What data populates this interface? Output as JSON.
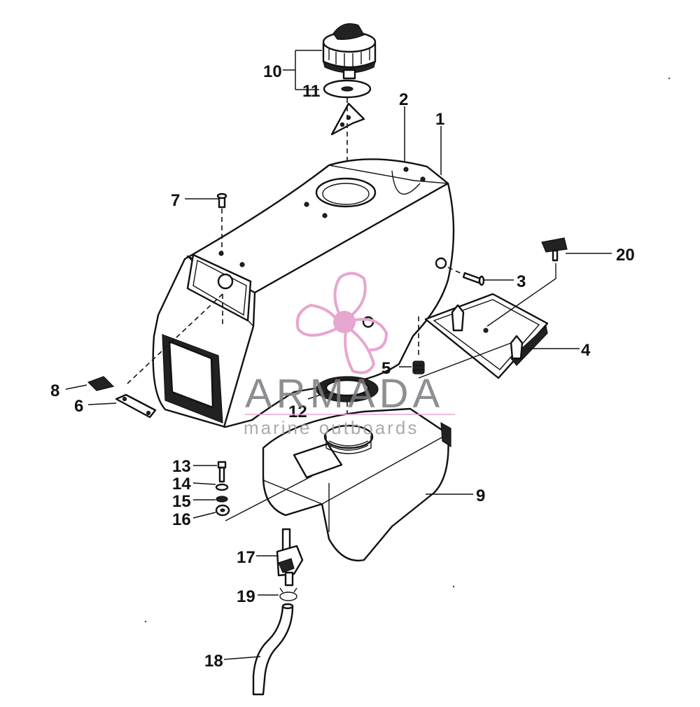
{
  "watermark": {
    "brand": "ARMADA",
    "tagline": "marine outboards",
    "accent_color": "#e7a6cf",
    "text_color": "#7d7b80"
  },
  "callouts": [
    {
      "num": "1"
    },
    {
      "num": "2"
    },
    {
      "num": "3"
    },
    {
      "num": "4"
    },
    {
      "num": "5"
    },
    {
      "num": "6"
    },
    {
      "num": "7"
    },
    {
      "num": "8"
    },
    {
      "num": "9"
    },
    {
      "num": "10"
    },
    {
      "num": "11"
    },
    {
      "num": "12"
    },
    {
      "num": "13"
    },
    {
      "num": "14"
    },
    {
      "num": "15"
    },
    {
      "num": "16"
    },
    {
      "num": "17"
    },
    {
      "num": "18"
    },
    {
      "num": "19"
    },
    {
      "num": "20"
    }
  ]
}
